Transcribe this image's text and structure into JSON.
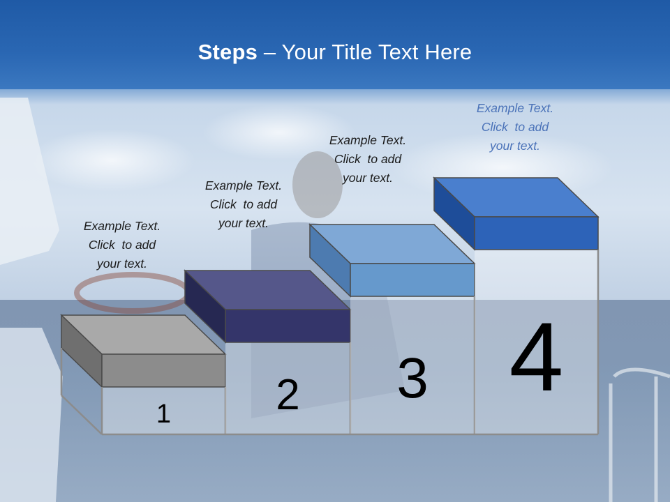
{
  "title": {
    "bold": "Steps",
    "rest": " – Your Title Text Here"
  },
  "steps": [
    {
      "number": "1",
      "caption": [
        "Example Text.",
        "Click  to add",
        "your text."
      ],
      "colors": {
        "top": "#a9a9a9",
        "front": "#8c8c8c",
        "side": "#6f6f6f"
      }
    },
    {
      "number": "2",
      "caption": [
        "Example Text.",
        "Click  to add",
        "your text."
      ],
      "colors": {
        "top": "#55578a",
        "front": "#34356a",
        "side": "#262852"
      }
    },
    {
      "number": "3",
      "caption": [
        "Example Text.",
        "Click  to add",
        "your text."
      ],
      "colors": {
        "top": "#7fa8d6",
        "front": "#6699cc",
        "side": "#4d7bb0"
      }
    },
    {
      "number": "4",
      "caption": [
        "Example Text.",
        "Click  to add",
        "your text."
      ],
      "colors": {
        "top": "#4a7fce",
        "front": "#2d63b8",
        "side": "#1e4d99"
      }
    }
  ]
}
